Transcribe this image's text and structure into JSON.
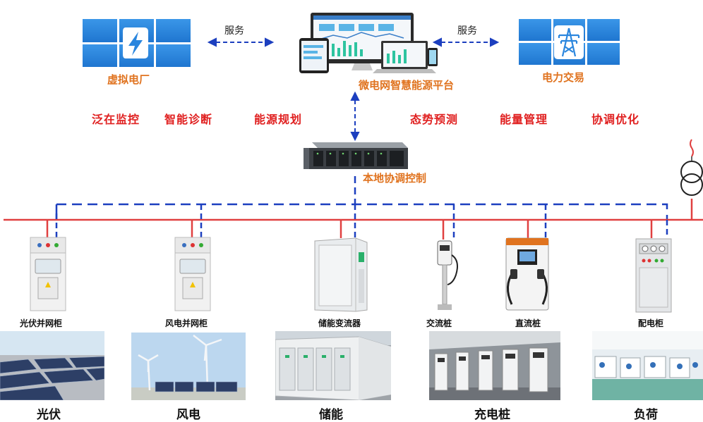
{
  "top": {
    "vpp_label": "虚拟电厂",
    "platform_label": "微电网智慧能源平台",
    "trade_label": "电力交易",
    "service_left": "服务",
    "service_right": "服务"
  },
  "functions": [
    "泛在监控",
    "智能诊断",
    "能源规划",
    "态势预测",
    "能量管理",
    "协调优化"
  ],
  "controller_label": "本地协调控制",
  "devices": [
    "光伏并网柜",
    "风电并网柜",
    "储能变流器",
    "交流桩",
    "直流桩",
    "配电柜"
  ],
  "scenes": [
    "光伏",
    "风电",
    "储能",
    "充电桩",
    "负荷"
  ],
  "icons": [
    "lightning-icon",
    "power-tower-icon",
    "transformer-icon"
  ],
  "colors": {
    "power_line": "#e04040",
    "comm_line": "#1c3fbf",
    "accent_orange": "#e0731f",
    "function_red": "#e02020",
    "panel_blue": "#2a86de"
  }
}
